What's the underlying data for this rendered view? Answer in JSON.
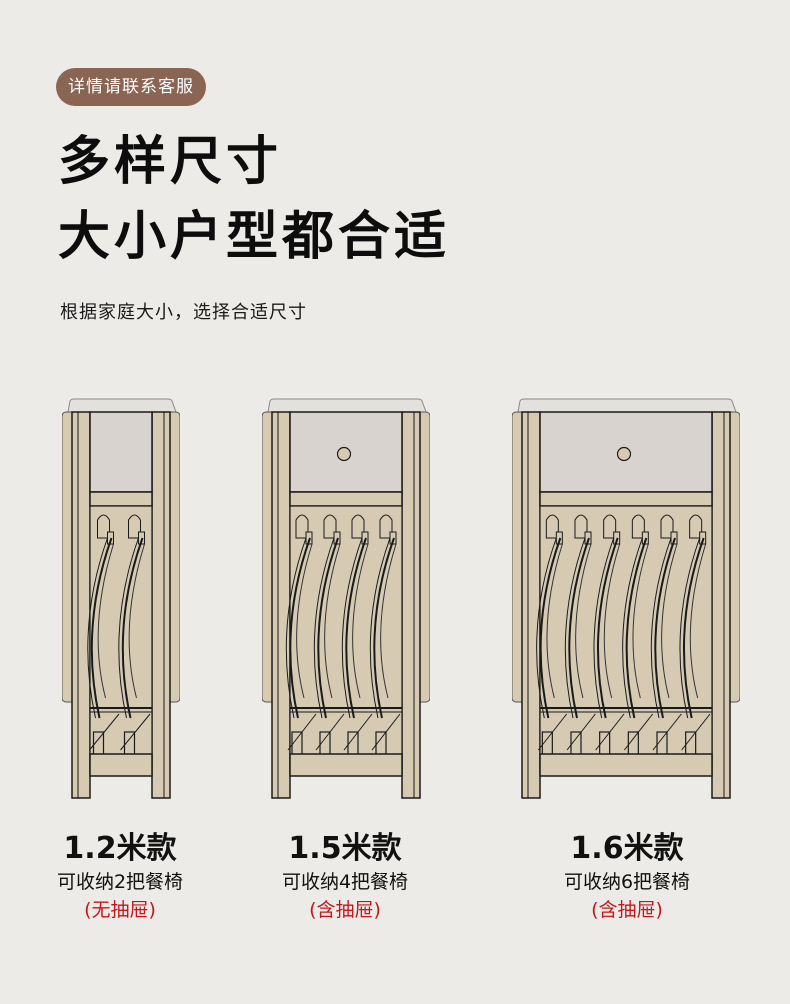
{
  "badge": {
    "label": "详情请联系客服",
    "color": "#8b6553"
  },
  "headline": {
    "line1": "多样尺寸",
    "line2": "大小户型都合适"
  },
  "subtitle": "根据家庭大小，选择合适尺寸",
  "colors": {
    "background": "#ecebe7",
    "wood": "#d6cab3",
    "panel": "#d8d3cf",
    "outline": "#1a1a1a",
    "note": "#c4161c"
  },
  "models": [
    {
      "size": "1.2米款",
      "chairs": "可收纳2把餐椅",
      "drawer": "(无抽屉)",
      "chair_count": 2,
      "has_drawer": false
    },
    {
      "size": "1.5米款",
      "chairs": "可收纳4把餐椅",
      "drawer": "(含抽屉)",
      "chair_count": 4,
      "has_drawer": true
    },
    {
      "size": "1.6米款",
      "chairs": "可收纳6把餐椅",
      "drawer": "(含抽屉)",
      "chair_count": 6,
      "has_drawer": true
    }
  ]
}
